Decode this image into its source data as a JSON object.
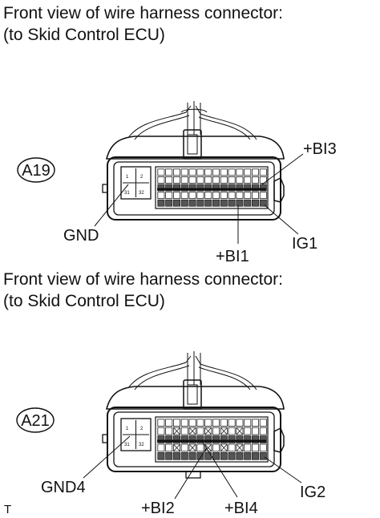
{
  "diagrams": [
    {
      "caption_line1": "Front view of wire harness connector:",
      "caption_line2": "(to Skid Control ECU)",
      "connector_id": "A19",
      "pin_numbers": [
        "1",
        "2",
        "31",
        "32"
      ],
      "labels": {
        "gnd": "GND",
        "bi3": "+BI3",
        "ig": "IG1",
        "bi1": "+BI1"
      }
    },
    {
      "caption_line1": "Front view of wire harness connector:",
      "caption_line2": "(to Skid Control ECU)",
      "connector_id": "A21",
      "pin_numbers": [
        "1",
        "2",
        "31",
        "32"
      ],
      "labels": {
        "gnd": "GND4",
        "ig": "IG2",
        "bi2": "+BI2",
        "bi4": "+BI4"
      }
    }
  ],
  "footer_mark": "T"
}
